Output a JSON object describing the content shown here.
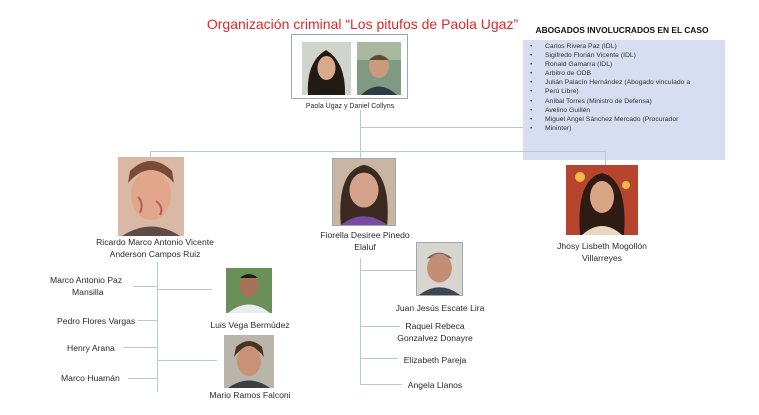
{
  "title": "Organización criminal “Los pitufos de Paola Ugaz”",
  "top_node": {
    "caption": "Paola Ugaz y  Daniel Collyns"
  },
  "lawyers": {
    "heading": "ABOGADOS INVOLUCRADOS EN EL CASO",
    "items": [
      "Carlos Rivera Paz (IDL)",
      "Sigifredo Florián Vicente (IDL)",
      "Ronald Gamarra (IDL)",
      "Arbitro de ODB",
      "Julián Palacín Hernández (Abogado vinculado a",
      "Perú Libre)",
      "Aníbal Torres (Ministro de Defensa)",
      "Avelino Guillén",
      "Miguel Angel Sánchez Mercado (Procurador",
      "Mininter)"
    ]
  },
  "level2": {
    "ricardo": {
      "line1": "Ricardo Marco Antonio Vicente",
      "line2": "Anderson Campos Ruiz"
    },
    "fiorella": {
      "line1": "Fiorella Desiree Pinedo",
      "line2": "Elaluf"
    },
    "jhosy": {
      "line1": "Jhosy Lisbeth Mogollón",
      "line2": "Villarreyes"
    }
  },
  "ricardo_group": {
    "members": [
      "Marco Antonio Paz",
      "Mansilla",
      "Pedro Flores Vargas",
      "Henry Arana",
      "Marco Huamán"
    ],
    "luis": "Luis Vega Bermúdez",
    "mario": "Mario Ramos Falconi"
  },
  "fiorella_group": {
    "juan": "Juan Jesús Escate Lira",
    "raquel_line1": "Raquel Rebeca",
    "raquel_line2": "Gonzalvez Donayre",
    "elizabeth": "Elizabeth Pareja",
    "angela": "Angela Llanos"
  }
}
